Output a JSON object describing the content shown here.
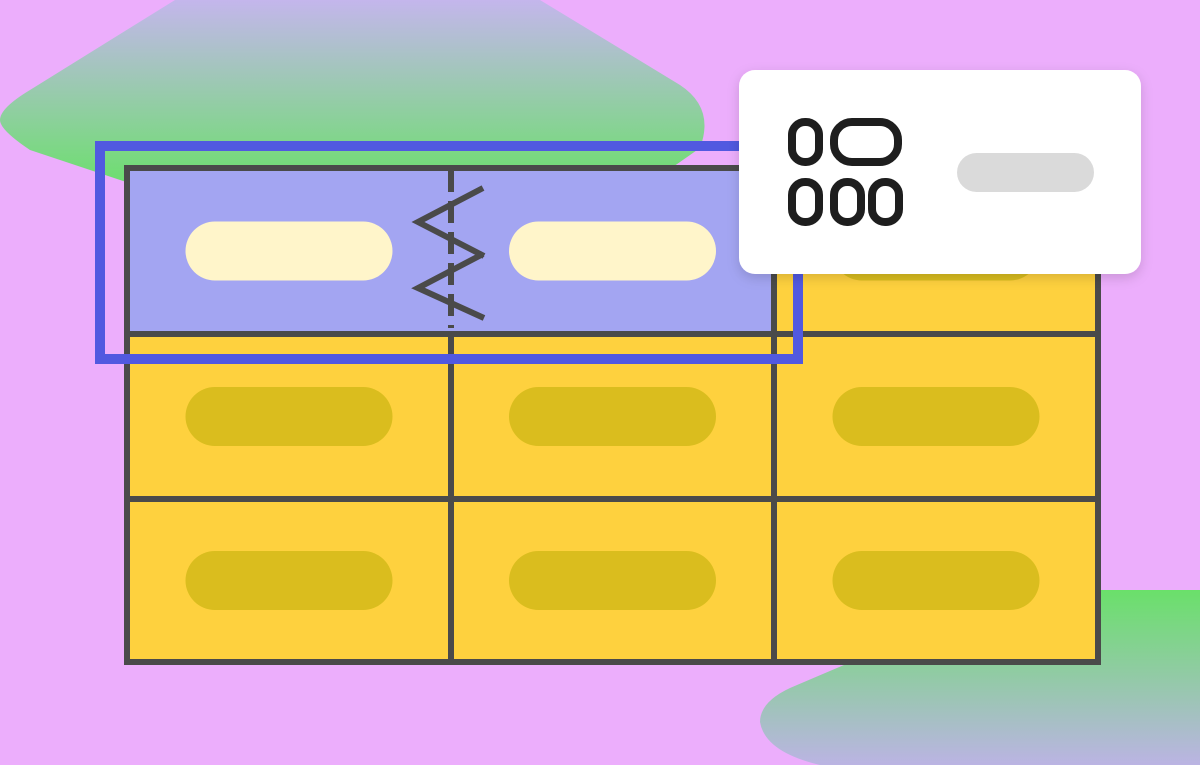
{
  "colors": {
    "background": "#ECAEFC",
    "blob_top": "#6AE06A",
    "blob_top_fade": "#C4B6EC",
    "blob_bottom": "#6AE06A",
    "blob_bottom_fade": "#BBB4E3",
    "cell_fill": "#FED13E",
    "cell_pill": "#DABD1E",
    "grid_line": "#4A4A4A",
    "selected_row_fill": "#A3A5F2",
    "selected_row_pill": "#FFF5CA",
    "selection_border": "#5159E0",
    "card_bg": "#FFFFFF",
    "card_icon": "#1E1E1E",
    "card_pill": "#DADADA"
  },
  "table": {
    "rows": 3,
    "columns": 3,
    "selected_row": 0,
    "split_column_boundary": 1
  },
  "icons": {
    "split": "split-row-icon",
    "merge_cells": "merge-cells-icon"
  }
}
